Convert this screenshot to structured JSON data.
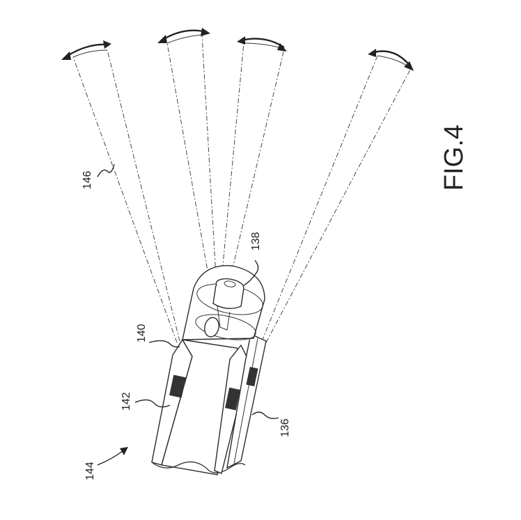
{
  "figure": {
    "title": "FIG.4",
    "labels": {
      "beam_pattern": "146",
      "projector": "138",
      "emitter": "140",
      "housing": "142",
      "assembly": "144",
      "body": "136"
    }
  },
  "colors": {
    "line": "#2a2a2a",
    "pad": "#333333",
    "background": "#ffffff"
  }
}
